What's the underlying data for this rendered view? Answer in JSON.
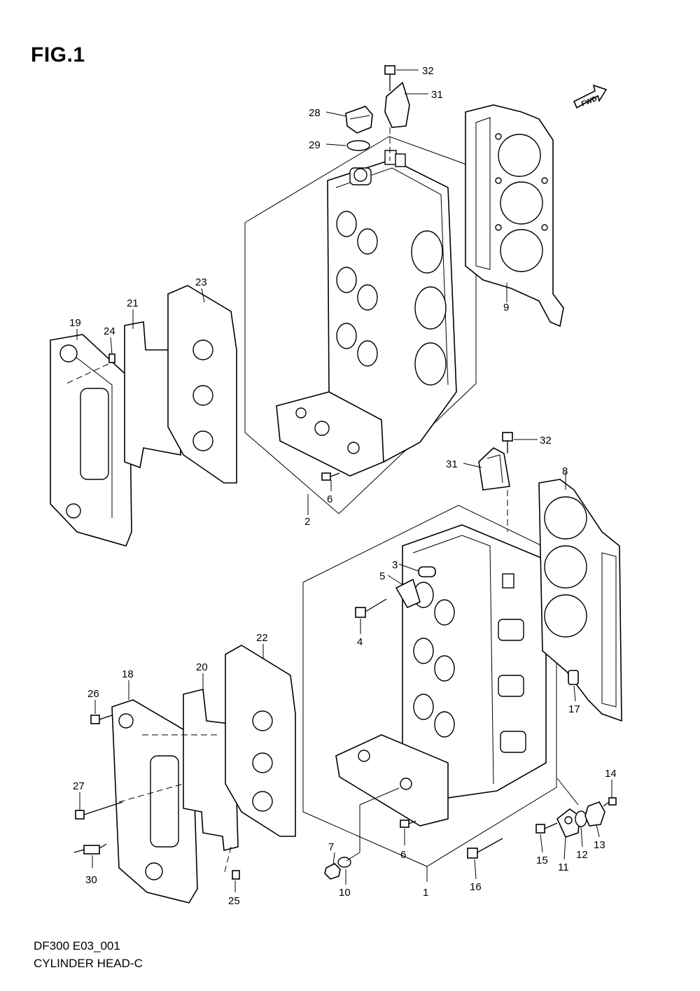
{
  "figure": {
    "title": "FIG.1",
    "caption_code": "DF300 E03_001",
    "caption_name": "CYLINDER HEAD-C",
    "direction_badge": "FWD"
  },
  "callouts": [
    "1",
    "2",
    "3",
    "4",
    "5",
    "6",
    "6",
    "7",
    "8",
    "9",
    "10",
    "11",
    "12",
    "13",
    "14",
    "15",
    "16",
    "17",
    "18",
    "19",
    "20",
    "21",
    "22",
    "23",
    "24",
    "25",
    "26",
    "27",
    "28",
    "29",
    "30",
    "31",
    "31",
    "32",
    "32"
  ]
}
